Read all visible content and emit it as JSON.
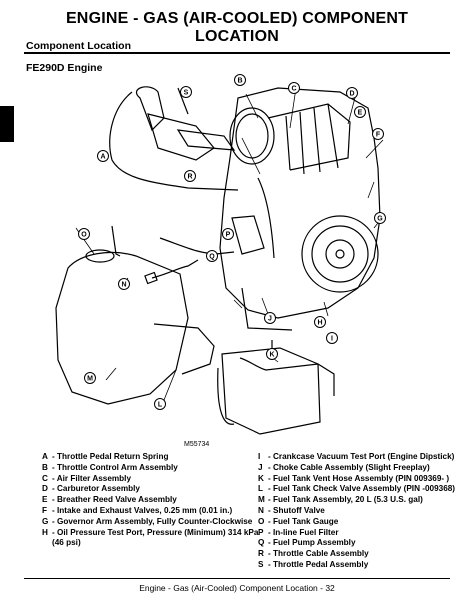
{
  "header": {
    "title": "ENGINE - GAS (AIR-COOLED)   COMPONENT LOCATION"
  },
  "section_title": "Component Location",
  "engine_title": "FE290D Engine",
  "figure": {
    "code": "M55734",
    "callouts": [
      "A",
      "B",
      "C",
      "D",
      "E",
      "F",
      "G",
      "H",
      "I",
      "J",
      "K",
      "L",
      "M",
      "N",
      "O",
      "P",
      "Q",
      "R",
      "S"
    ]
  },
  "legend_left": [
    {
      "key": "A",
      "text": "- Throttle Pedal Return Spring"
    },
    {
      "key": "B",
      "text": "- Throttle Control Arm Assembly"
    },
    {
      "key": "C",
      "text": "- Air Filter Assembly"
    },
    {
      "key": "D",
      "text": "- Carburetor Assembly"
    },
    {
      "key": "E",
      "text": "- Breather Reed Valve Assembly"
    },
    {
      "key": "F",
      "text": "- Intake and Exhaust Valves, 0.25 mm (0.01 in.)"
    },
    {
      "key": "G",
      "text": "- Governor Arm Assembly, Fully Counter-Clockwise"
    },
    {
      "key": "H",
      "text": "- Oil Pressure Test Port, Pressure (Minimum) 314 kPa (46 psi)"
    }
  ],
  "legend_right": [
    {
      "key": "I",
      "text": "- Crankcase Vacuum Test Port (Engine Dipstick)"
    },
    {
      "key": "J",
      "text": "- Choke Cable Assembly (Slight Freeplay)"
    },
    {
      "key": "K",
      "text": "- Fuel Tank Vent Hose Assembly (PIN 009369- )"
    },
    {
      "key": "L",
      "text": "- Fuel Tank Check Valve Assembly (PIN -009368)"
    },
    {
      "key": "M",
      "text": "- Fuel Tank Assembly, 20 L (5.3 U.S. gal)"
    },
    {
      "key": "N",
      "text": "- Shutoff Valve"
    },
    {
      "key": "O",
      "text": "- Fuel Tank Gauge"
    },
    {
      "key": "P",
      "text": "- In-line Fuel Filter"
    },
    {
      "key": "Q",
      "text": "- Fuel Pump Assembly"
    },
    {
      "key": "R",
      "text": "- Throttle Cable Assembly"
    },
    {
      "key": "S",
      "text": "- Throttle Pedal Assembly"
    }
  ],
  "footer": {
    "text": "Engine - Gas (Air-Cooled)   Component Location - 32"
  }
}
